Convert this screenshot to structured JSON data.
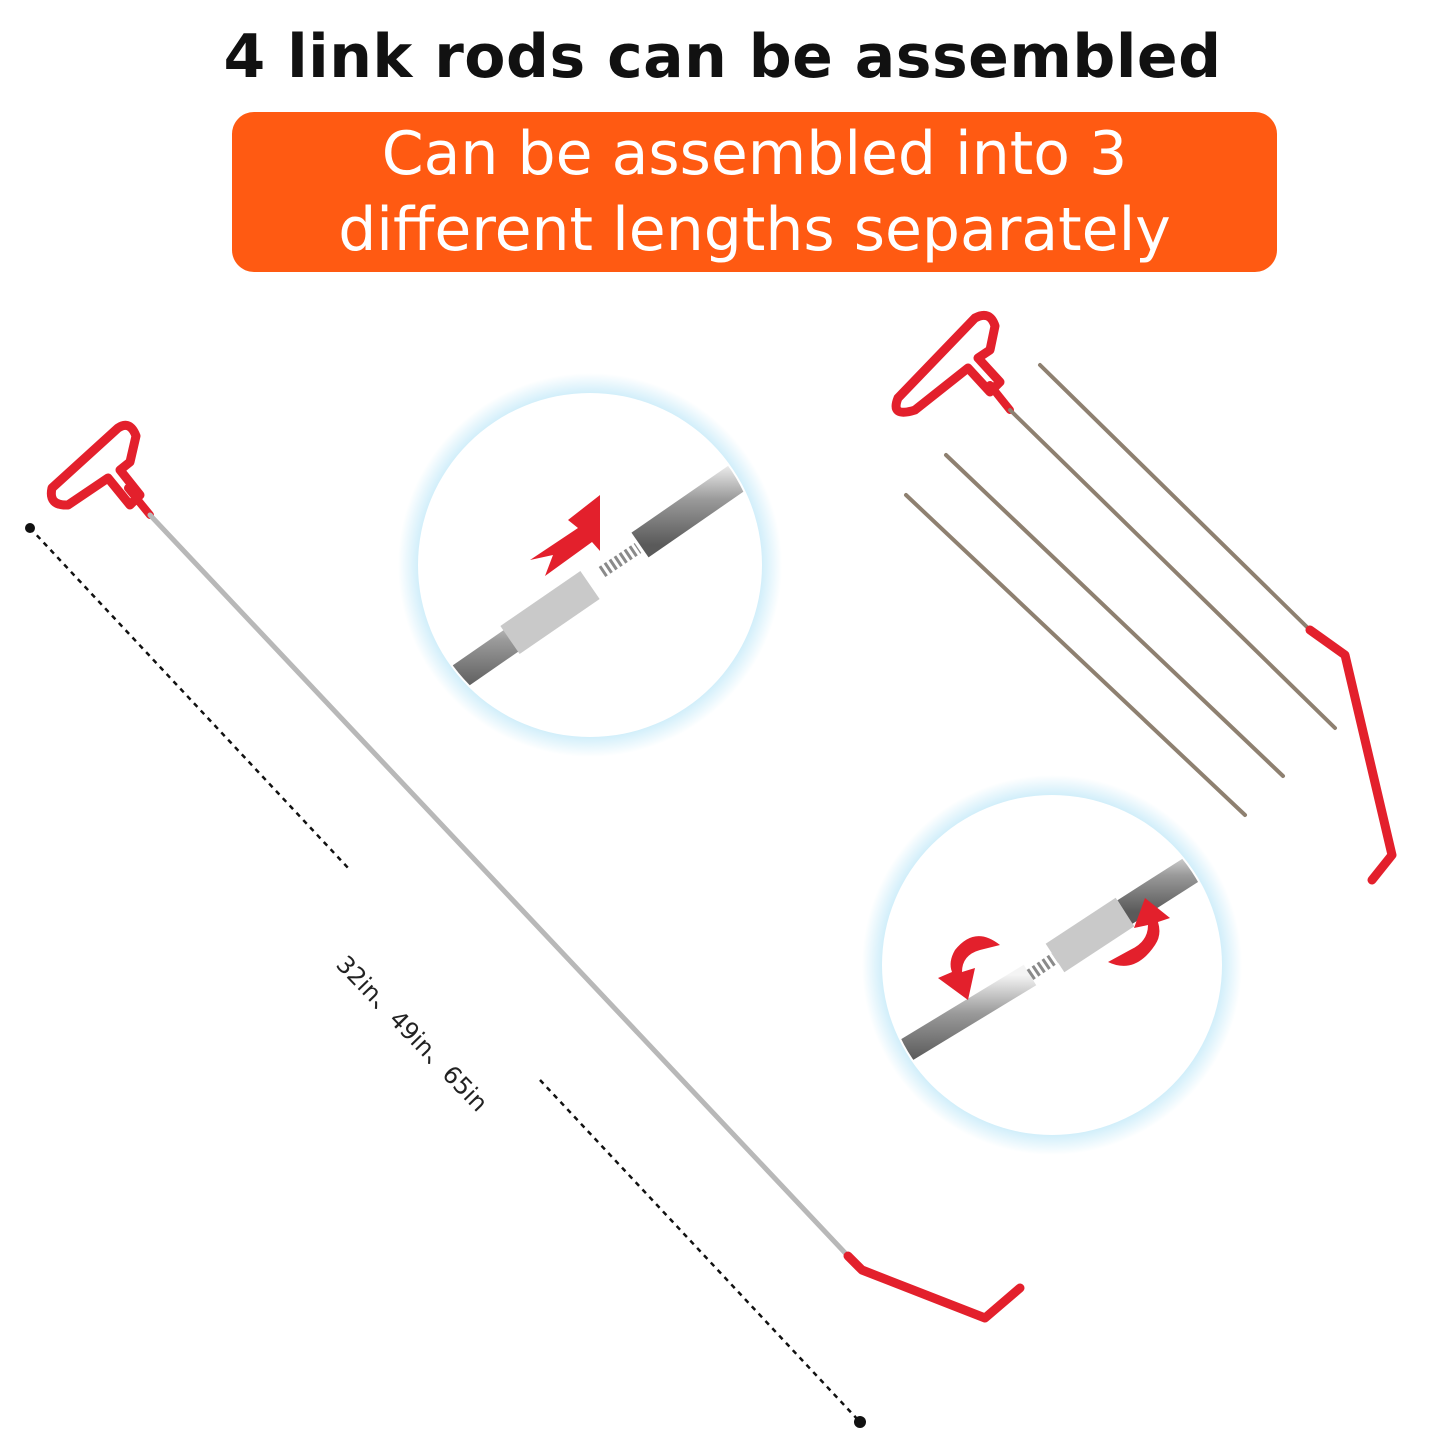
{
  "header": {
    "title": "4 link rods can be assembled"
  },
  "banner": {
    "line1": "Can be assembled into 3",
    "line2": "different lengths separately"
  },
  "dimension": {
    "label": "32in、49in、65in"
  },
  "colors": {
    "banner": "#ff5a12",
    "rod_handle": "#e3202c",
    "rod_steel": "#b8b8b8",
    "glow": "#9fdcf5"
  },
  "icons": {
    "push_arrow": "arrow-down-left-icon",
    "twist_arrows": "rotate-arrows-icon"
  }
}
